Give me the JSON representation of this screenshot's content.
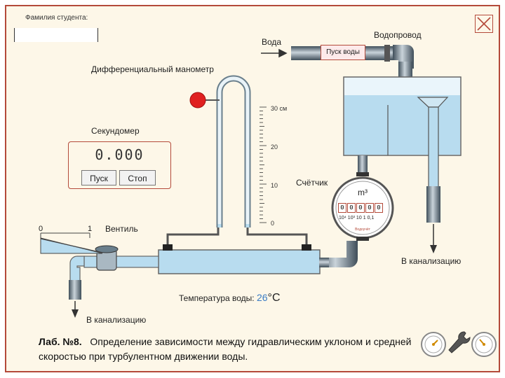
{
  "student": {
    "label": "Фамилия студента:",
    "value": ""
  },
  "labels": {
    "water": "Вода",
    "water_supply": "Водопровод",
    "water_button": "Пуск воды",
    "manometer": "Дифференциальный манометр",
    "stopwatch": "Секундомер",
    "counter": "Счётчик",
    "valve": "Вентиль",
    "valve_min": "0",
    "valve_max": "1",
    "drain_right": "В канализацию",
    "drain_left": "В канализацию",
    "temperature": "Температура воды:",
    "temperature_value": "26",
    "temperature_unit": "°C"
  },
  "scale": {
    "ticks": [
      "30 см",
      "20",
      "10",
      "0"
    ]
  },
  "stopwatch": {
    "display": "0.000",
    "start_label": "Пуск",
    "stop_label": "Стоп"
  },
  "meter": {
    "unit": "m³",
    "digits": [
      "0",
      "0",
      "0",
      "0",
      "0"
    ],
    "multipliers": [
      "10⁴",
      "10³",
      "10",
      "1",
      "0,1"
    ]
  },
  "footer": {
    "lab_number": "Лаб. №8.",
    "title": "Определение зависимости между гидравлическим уклоном и средней скоростью при турбулентном движении воды."
  },
  "colors": {
    "accent": "#b44a3a",
    "water": "#b8dcef",
    "pipe": "#6a7f8c",
    "red_ball": "#e02020",
    "temperature": "#3a7cc4"
  },
  "icons": [
    "close-icon",
    "gauge-icon",
    "wrench-icon",
    "gauge-icon"
  ]
}
